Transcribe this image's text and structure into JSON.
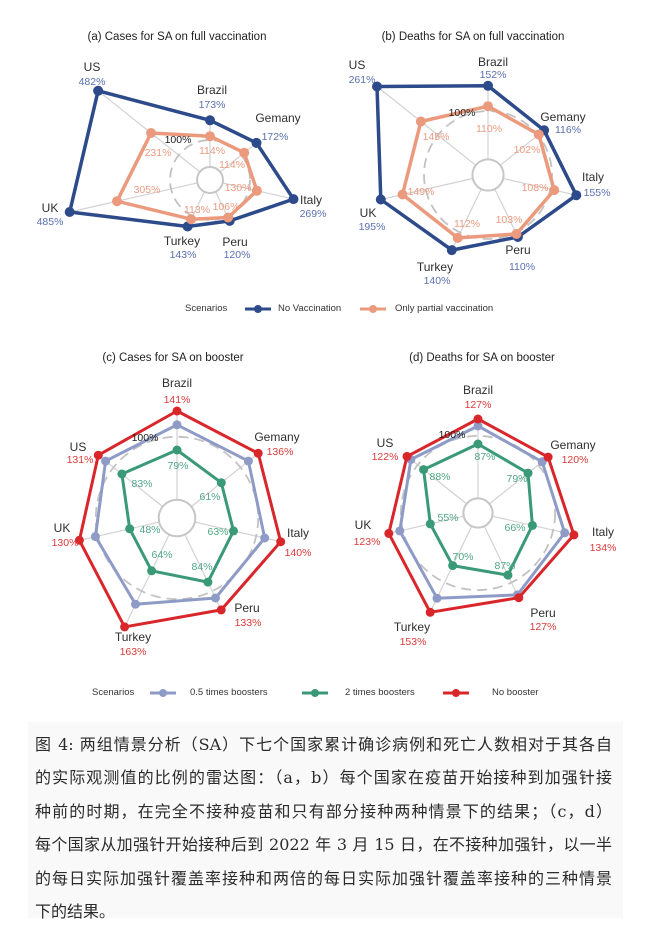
{
  "figure": {
    "legends": [
      {
        "title": "Scenarios",
        "items": [
          {
            "label": "No Vaccination",
            "color": "#2d4a8a"
          },
          {
            "label": "Only partial vaccination",
            "color": "#eb9a7e"
          }
        ]
      },
      {
        "title": "Scenarios",
        "items": [
          {
            "label": "0.5 times boosters",
            "color": "#8e9bc6"
          },
          {
            "label": "2 times boosters",
            "color": "#3a9a78"
          },
          {
            "label": "No booster",
            "color": "#d9262b"
          }
        ]
      }
    ],
    "caption": {
      "lines": [
        "图 4: 两组情景分析（SA）下七个国家累计确诊病例和死亡人数相对于其各自",
        "的实际观测值的比例的雷达图：（a，b）每个国家在疫苗开始接种到加强针接",
        "种前的时期，在完全不接种疫苗和只有部分接种两种情景下的结果；（c，d）",
        "每个国家从加强针开始接种后到 2022 年 3 月 15 日，在不接种加强针，以一半",
        "的每日实际加强针覆盖率接种和两倍的每日实际加强针覆盖率接种的三种情景",
        "下的结果。"
      ]
    }
  },
  "chart_data": [
    {
      "type": "radar",
      "title": "(a) Cases for SA on full vaccination",
      "axes": [
        "Brazil",
        "Gemany",
        "Italy",
        "Peru",
        "Turkey",
        "UK",
        "US"
      ],
      "reference_value": 100,
      "reference_label": "100%",
      "legend_position": "bottom",
      "series": [
        {
          "name": "No Vaccination",
          "color": "#2d4a8a",
          "label_color": "#5a70b0",
          "values": [
            173,
            172,
            269,
            120,
            143,
            485,
            482
          ],
          "labels": [
            "173%",
            "172%",
            "269%",
            "120%",
            "143%",
            "485%",
            "482%"
          ]
        },
        {
          "name": "Only partial vaccination",
          "color": "#eb9a7e",
          "label_color": "#ec9b80",
          "values": [
            114,
            114,
            130,
            106,
            113,
            305,
            231
          ],
          "labels": [
            "114%",
            "114%",
            "130%",
            "106%",
            "113%",
            "305%",
            "231%"
          ]
        }
      ]
    },
    {
      "type": "radar",
      "title": "(b) Deaths for SA on full vaccination",
      "axes": [
        "Brazil",
        "Gemany",
        "Italy",
        "Peru",
        "Turkey",
        "UK",
        "US"
      ],
      "reference_value": 100,
      "reference_label": "100%",
      "legend_position": "bottom",
      "series": [
        {
          "name": "No Vaccination",
          "color": "#2d4a8a",
          "label_color": "#5a70b0",
          "values": [
            152,
            116,
            155,
            110,
            140,
            195,
            261
          ],
          "labels": [
            "152%",
            "116%",
            "155%",
            "110%",
            "140%",
            "195%",
            "261%"
          ]
        },
        {
          "name": "Only partial vaccination",
          "color": "#eb9a7e",
          "label_color": "#ec9b80",
          "values": [
            110,
            102,
            108,
            103,
            112,
            149,
            145
          ],
          "labels": [
            "110%",
            "102%",
            "108%",
            "103%",
            "112%",
            "149%",
            "145%"
          ]
        }
      ]
    },
    {
      "type": "radar",
      "title": "(c) Cases for SA on booster",
      "axes": [
        "Brazil",
        "Gemany",
        "Italy",
        "Peru",
        "Turkey",
        "UK",
        "US"
      ],
      "reference_value": 100,
      "reference_label": "100%",
      "legend_position": "bottom",
      "series": [
        {
          "name": "0.5 times boosters",
          "color": "#8e9bc6",
          "label_color": "#8e9bc6",
          "values": [
            119,
            116,
            114,
            112,
            123,
            104,
            116
          ],
          "labels": []
        },
        {
          "name": "2 times boosters",
          "color": "#3a9a78",
          "label_color": "#4fa585",
          "values": [
            79,
            61,
            63,
            84,
            64,
            48,
            83
          ],
          "labels": [
            "79%",
            "61%",
            "63%",
            "84%",
            "64%",
            "48%",
            "83%"
          ]
        },
        {
          "name": "No booster",
          "color": "#d9262b",
          "label_color": "#dc3a3a",
          "values": [
            141,
            136,
            140,
            133,
            163,
            130,
            131
          ],
          "labels": [
            "141%",
            "136%",
            "140%",
            "133%",
            "163%",
            "130%",
            "131%"
          ]
        }
      ]
    },
    {
      "type": "radar",
      "title": "(d) Deaths for SA on booster",
      "axes": [
        "Brazil",
        "Gemany",
        "Italy",
        "Peru",
        "Turkey",
        "UK",
        "US"
      ],
      "reference_value": 100,
      "reference_label": "100%",
      "legend_position": "bottom",
      "series": [
        {
          "name": "0.5 times boosters",
          "color": "#8e9bc6",
          "label_color": "#8e9bc6",
          "values": [
            116,
            108,
            119,
            122,
            128,
            105,
            114
          ],
          "labels": []
        },
        {
          "name": "2 times boosters",
          "color": "#3a9a78",
          "label_color": "#4fa585",
          "values": [
            87,
            79,
            66,
            87,
            70,
            55,
            88
          ],
          "labels": [
            "87%",
            "79%",
            "66%",
            "87%",
            "70%",
            "55%",
            "88%"
          ]
        },
        {
          "name": "No booster",
          "color": "#d9262b",
          "label_color": "#dc3a3a",
          "values": [
            127,
            120,
            134,
            127,
            153,
            123,
            122
          ],
          "labels": [
            "127%",
            "120%",
            "134%",
            "127%",
            "153%",
            "123%",
            "122%"
          ]
        }
      ]
    }
  ]
}
